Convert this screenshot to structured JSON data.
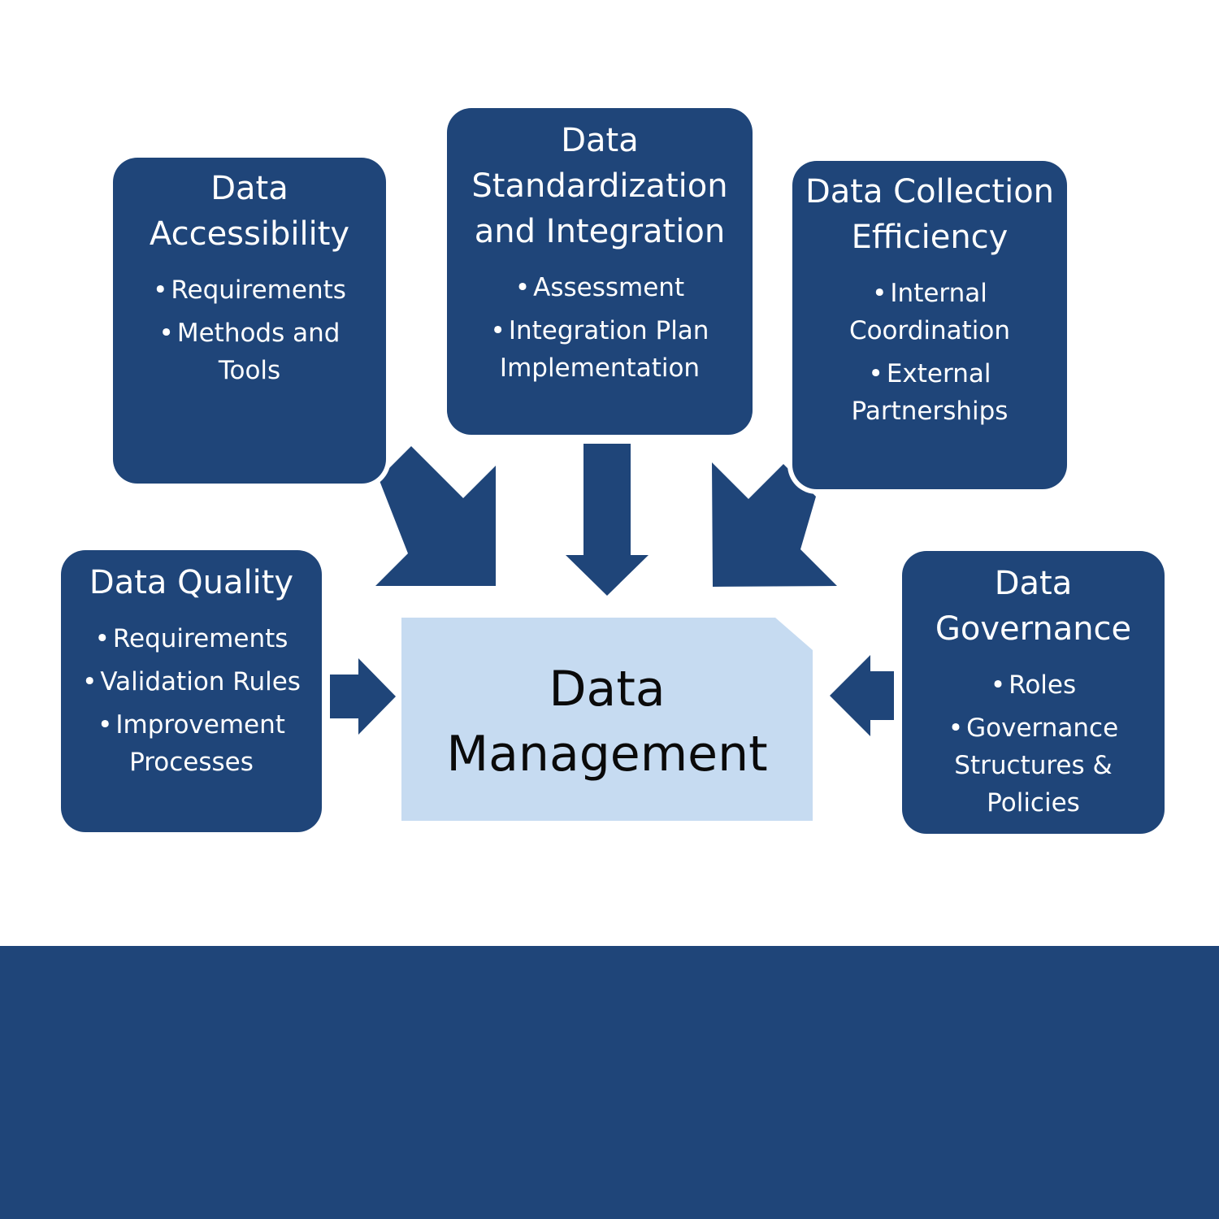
{
  "center": {
    "title": "Data Management"
  },
  "boxes": {
    "accessibility": {
      "title": "Data Accessibility",
      "items": [
        "Requirements",
        "Methods and Tools"
      ]
    },
    "standardization": {
      "title": "Data Standardization and Integration",
      "items": [
        "Assessment",
        "Integration Plan Implementation"
      ]
    },
    "collection": {
      "title": "Data Collection Efficiency",
      "items": [
        "Internal Coordination",
        "External Partnerships"
      ]
    },
    "quality": {
      "title": "Data Quality",
      "items": [
        "Requirements",
        "Validation Rules",
        "Improvement Processes"
      ]
    },
    "governance": {
      "title": "Data Governance",
      "items": [
        "Roles",
        "Governance Structures & Policies"
      ]
    }
  },
  "colors": {
    "box": "#1f4579",
    "center": "#c6dbf1",
    "text_light": "#ffffff",
    "text_dark": "#0a0a0a"
  }
}
